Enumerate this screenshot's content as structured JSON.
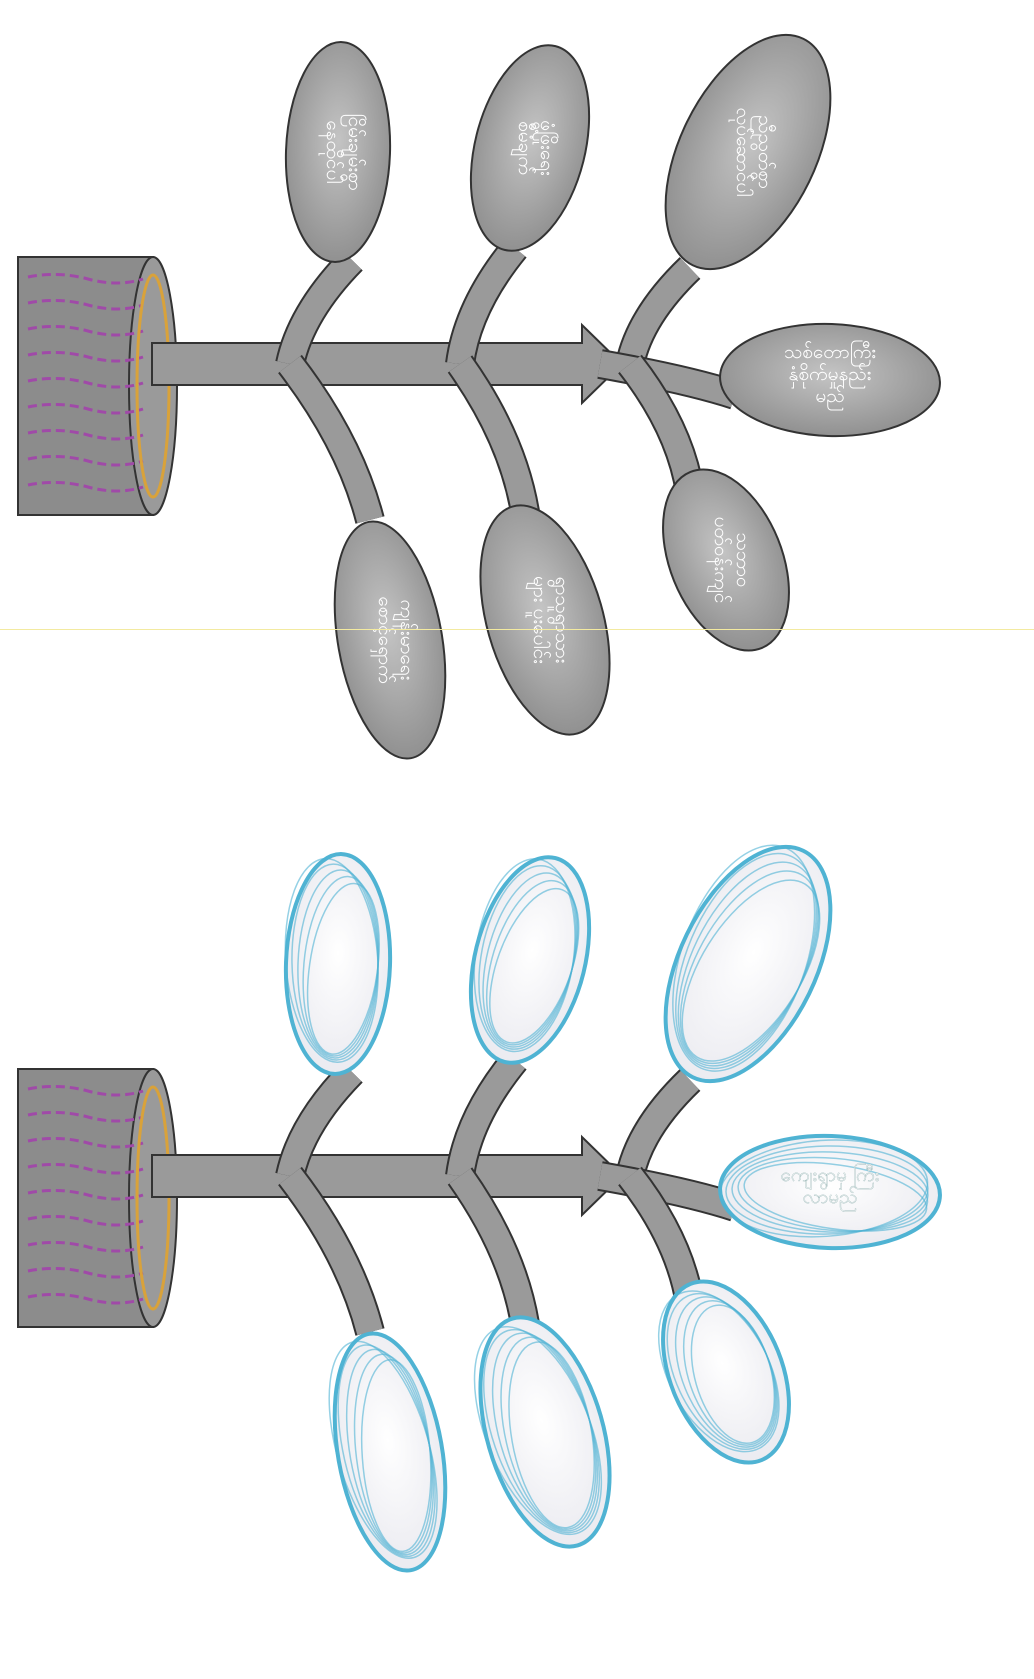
{
  "colors": {
    "background": "#ffffff",
    "divider": "#f3eaa0",
    "leaf_dark": "#8c8c8c",
    "leaf_light": "#e9e9ef",
    "leaf_scribble": "#4fb3d3",
    "stem": "#9a9a9a",
    "stem_light": "#d7d7d7",
    "outline": "#333333",
    "log_purple": "#a04aa8",
    "log_orange": "#d9a23a",
    "log_body": "#8c8c8c",
    "leaf_text": "#ffffff"
  },
  "diagrams": [
    {
      "name": "top-tree",
      "leaves": [
        {
          "id": "leaf-1",
          "text": "ငြိမ်းချမ်းစွာ\nနေထိုင်ပါ"
        },
        {
          "id": "leaf-2",
          "text": "ဖွံ့ဖြိုးရေး\nစီမံချက်"
        },
        {
          "id": "leaf-3",
          "text": "ညီညွတ်စွာ\nလုပ်ဆောင်ပါ"
        },
        {
          "id": "leaf-4",
          "text": "သစ်တောကြီး\nနှံစိုက်မှုနည်း\nမည်"
        },
        {
          "id": "leaf-5",
          "text": "သဘာဝ\nပတ်ဝန်းကျင်"
        },
        {
          "id": "leaf-6",
          "text": "ရွာသူရွာသား\nများ ပူးပေါင်း"
        },
        {
          "id": "leaf-7",
          "text": "ကျန်းမာရေး\nစောင့်ရှောက်"
        }
      ]
    },
    {
      "name": "bottom-tree",
      "leaves": [
        {
          "id": "leaf-1",
          "text": ""
        },
        {
          "id": "leaf-2",
          "text": ""
        },
        {
          "id": "leaf-3",
          "text": ""
        },
        {
          "id": "leaf-4",
          "text": "ကျေးရွာမှ ကြီး\nလာမည်"
        },
        {
          "id": "leaf-5",
          "text": ""
        },
        {
          "id": "leaf-6",
          "text": ""
        },
        {
          "id": "leaf-7",
          "text": ""
        }
      ]
    }
  ]
}
